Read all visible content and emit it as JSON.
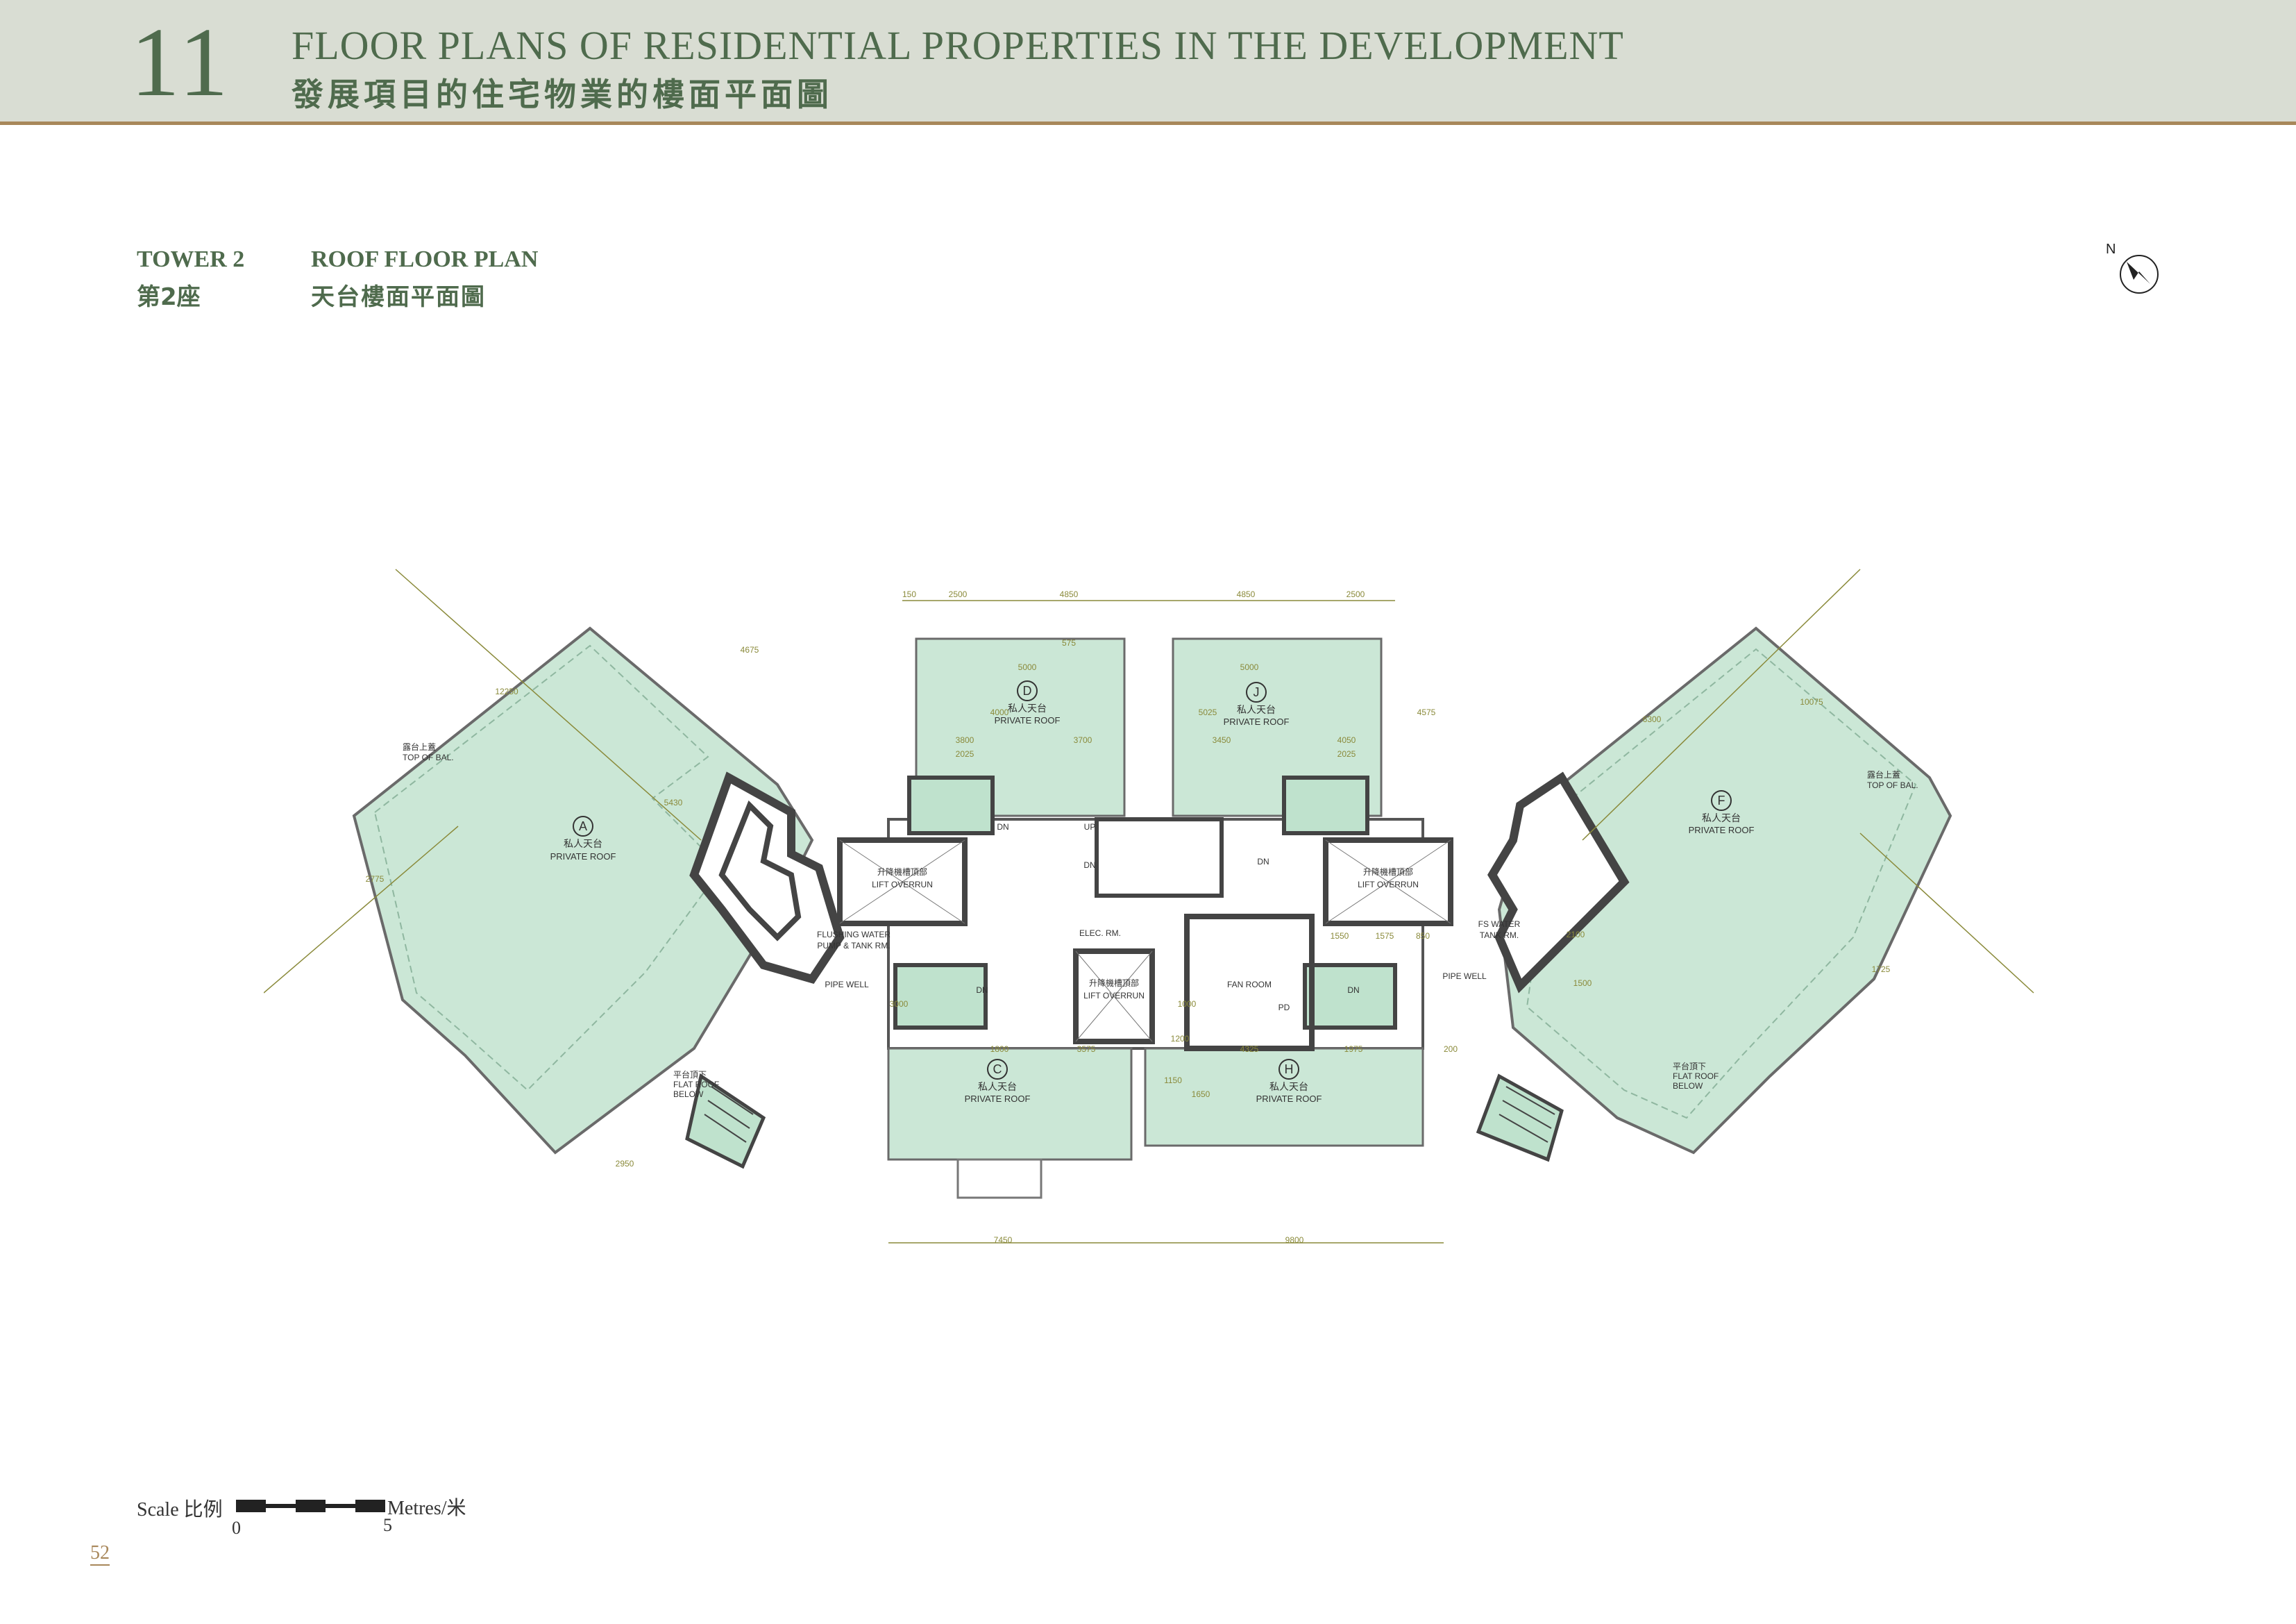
{
  "header": {
    "section_number": "11",
    "title_en": "FLOOR PLANS OF RESIDENTIAL PROPERTIES IN THE DEVELOPMENT",
    "title_zh": "發展項目的住宅物業的樓面平面圖"
  },
  "subheader": {
    "tower_en": "TOWER 2",
    "tower_zh": "第2座",
    "plan_en": "ROOF FLOOR PLAN",
    "plan_zh": "天台樓面平面圖"
  },
  "north_label": "N",
  "plan": {
    "units": [
      {
        "id": "A",
        "zh": "私人天台",
        "en": "PRIVATE ROOF"
      },
      {
        "id": "D",
        "zh": "私人天台",
        "en": "PRIVATE ROOF"
      },
      {
        "id": "J",
        "zh": "私人天台",
        "en": "PRIVATE ROOF"
      },
      {
        "id": "F",
        "zh": "私人天台",
        "en": "PRIVATE ROOF"
      },
      {
        "id": "C",
        "zh": "私人天台",
        "en": "PRIVATE ROOF"
      },
      {
        "id": "H",
        "zh": "私人天台",
        "en": "PRIVATE ROOF"
      }
    ],
    "rooms": {
      "lift_zh": "升降機槽頂部",
      "lift_en": "LIFT OVERRUN",
      "flushing_1": "FLUSHING WATER",
      "flushing_2": "PUMP & TANK RM.",
      "elec": "ELEC. RM.",
      "fan": "FAN ROOM",
      "fs_1": "FS WATER",
      "fs_2": "TANK RM.",
      "pipe_well": "PIPE WELL",
      "up": "UP",
      "dn": "DN",
      "pd": "PD"
    },
    "notes": {
      "bal_zh": "露台上蓋",
      "bal_en": "TOP OF BAL.",
      "flat_zh": "平台頂下",
      "flat_en_1": "FLAT ROOF",
      "flat_en_2": "BELOW"
    },
    "dims": {
      "d150": "150",
      "d2500": "2500",
      "d4850": "4850",
      "d5000": "5000",
      "d3800": "3800",
      "d3700": "3700",
      "d2025": "2025",
      "d3450": "3450",
      "d4050": "4050",
      "d4000": "4000",
      "d5025": "5025",
      "d4575": "4575",
      "d7450": "7450",
      "d9800": "9800",
      "d1800": "1800",
      "d3575": "3575",
      "d4325": "4325",
      "d1975": "1975",
      "d1550": "1550",
      "d1575": "1575",
      "d850": "850",
      "d1150": "1150",
      "d1650": "1650",
      "d2775": "2775",
      "d12250": "12250",
      "d4675": "4675",
      "d2100": "2100",
      "d1725": "1725",
      "d575": "575",
      "d1500": "1500",
      "d1000": "1000",
      "d3000": "3000",
      "d200": "200",
      "d1200": "1200",
      "d10075": "10075",
      "d6300": "6300",
      "d5430": "5430",
      "d2950": "2950"
    }
  },
  "scale": {
    "label": "Scale 比例",
    "unit": "Metres/米",
    "zero": "0",
    "five": "5"
  },
  "page_number": "52",
  "colors": {
    "header_bg": "#d9ddd3",
    "rule": "#a8875a",
    "green_text": "#4f6b4d",
    "roof_fill": "#c9e6d4",
    "roof_fill_dark": "#b7dcc6",
    "wall": "#555555",
    "dim_line": "#8a8a3a"
  }
}
